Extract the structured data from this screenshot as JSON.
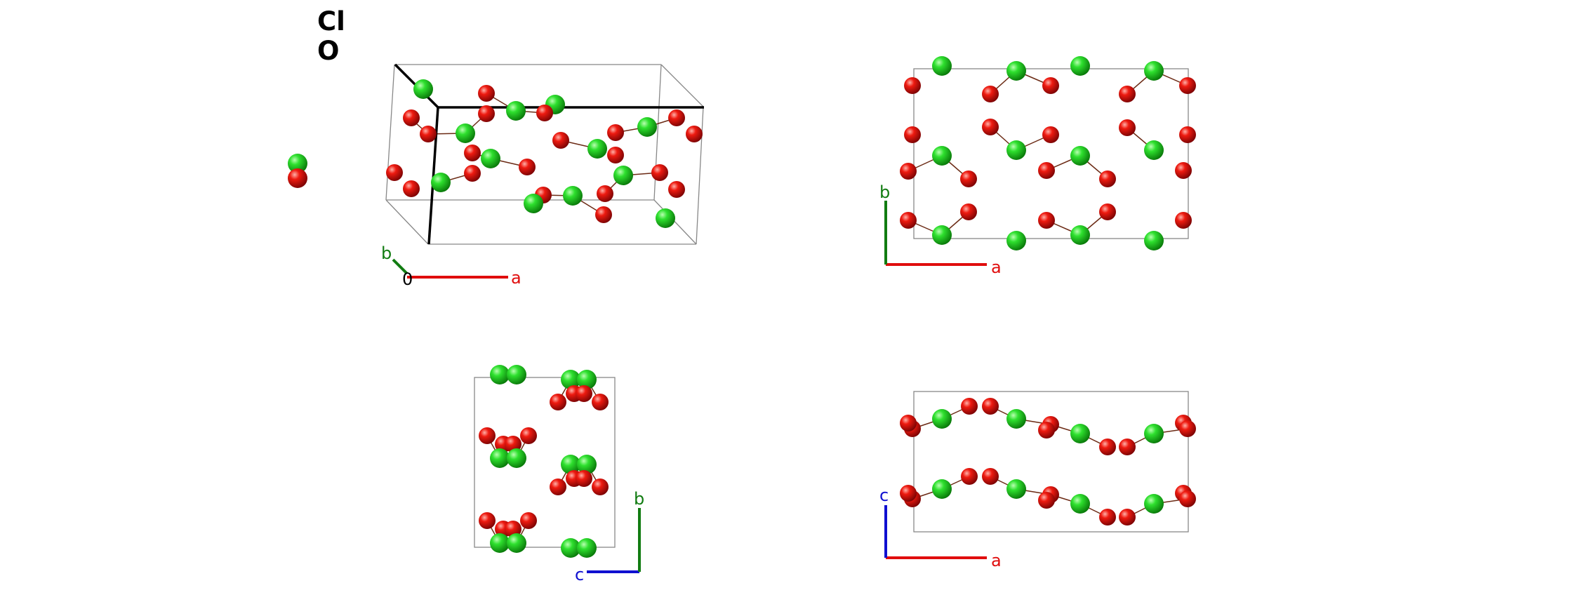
{
  "legend": {
    "elements": [
      "Cl",
      "O"
    ]
  },
  "atom_colors": {
    "Cl": "#1fd01f",
    "O": "#e00d0d"
  },
  "axis_colors": {
    "a": "#e00d0d",
    "b": "#127c12",
    "c": "#1010d0",
    "origin": "#000000"
  },
  "panels": [
    {
      "id": "perspective",
      "axes": {
        "a": "a",
        "b": "b",
        "origin": "0"
      }
    },
    {
      "id": "view-ab",
      "axes": {
        "horizontal": "a",
        "vertical": "b"
      }
    },
    {
      "id": "view-cb",
      "axes": {
        "horizontal": "c",
        "vertical": "b"
      }
    },
    {
      "id": "view-ac",
      "axes": {
        "horizontal": "a",
        "vertical": "c"
      }
    }
  ]
}
